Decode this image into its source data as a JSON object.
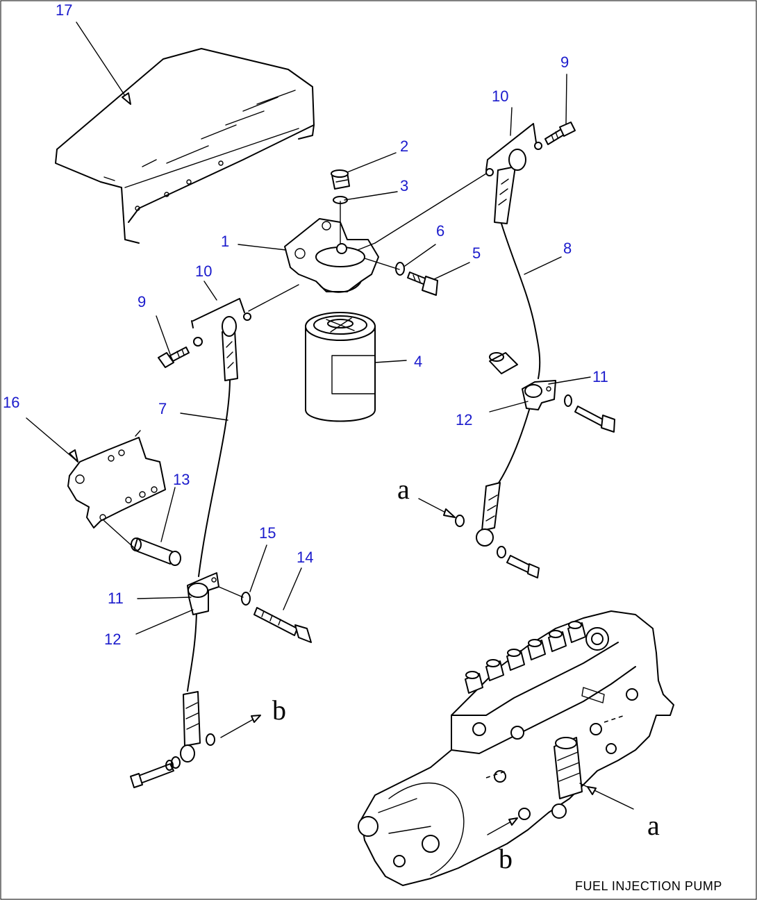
{
  "diagram": {
    "caption": "FUEL INJECTION PUMP",
    "callouts": {
      "c1": "1",
      "c2": "2",
      "c3": "3",
      "c4": "4",
      "c5": "5",
      "c6": "6",
      "c7": "7",
      "c8": "8",
      "c9_left": "9",
      "c9_right": "9",
      "c10_left": "10",
      "c10_right": "10",
      "c11_left": "11",
      "c11_right": "11",
      "c12_left": "12",
      "c12_right": "12",
      "c13": "13",
      "c14": "14",
      "c15": "15",
      "c16": "16",
      "c17": "17"
    },
    "connection_letters": {
      "a_left": "a",
      "b_left": "b",
      "a_pump": "a",
      "b_pump": "b"
    }
  }
}
